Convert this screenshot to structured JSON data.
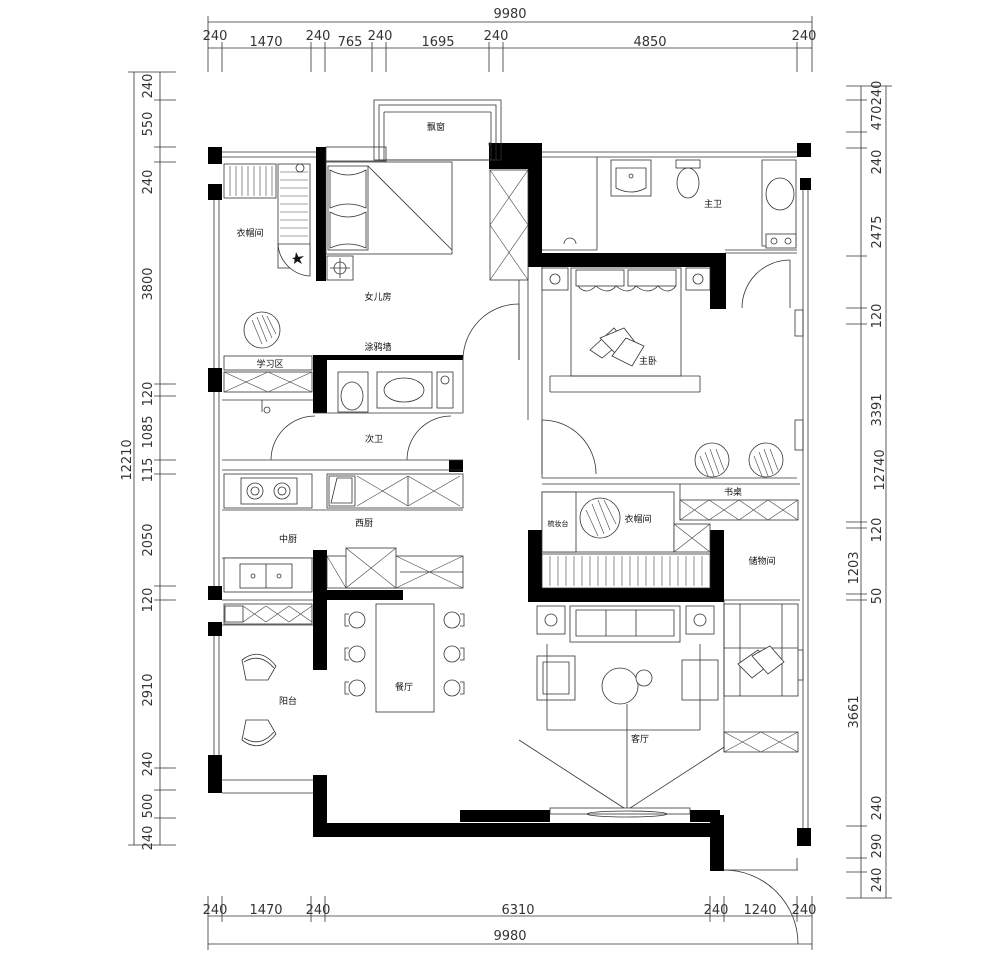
{
  "dimensions": {
    "top_total": "9980",
    "top_segments": [
      "240",
      "1470",
      "240",
      "765",
      "240",
      "1695",
      "240",
      "4850",
      "240"
    ],
    "bottom_total": "9980",
    "bottom_segments": [
      "240",
      "1470",
      "240",
      "6310",
      "240",
      "1240",
      "240"
    ],
    "left_total": "12210",
    "left_segments": [
      "240",
      "550",
      "240",
      "3800",
      "120",
      "1085",
      "115",
      "2050",
      "120",
      "2910",
      "240",
      "500",
      "240"
    ],
    "right_total": "12740",
    "right_segments": [
      "240",
      "470",
      "240",
      "2475",
      "120",
      "3391",
      "120",
      "1203",
      "50",
      "3661",
      "240",
      "290",
      "240"
    ]
  },
  "rooms": {
    "bay_window": "飘窗",
    "closet_girl": "衣帽间",
    "daughter_room": "女儿房",
    "graffiti_wall": "涂鸦墙",
    "study_area": "学习区",
    "second_bath": "次卫",
    "western_kitchen": "西厨",
    "chinese_kitchen": "中厨",
    "dining": "餐厅",
    "balcony": "阳台",
    "master_bath": "主卫",
    "master_bedroom": "主卧",
    "desk": "书桌",
    "closet_master": "衣帽间",
    "dresser": "梳妆台",
    "storage": "储物间",
    "living_room": "客厅"
  }
}
